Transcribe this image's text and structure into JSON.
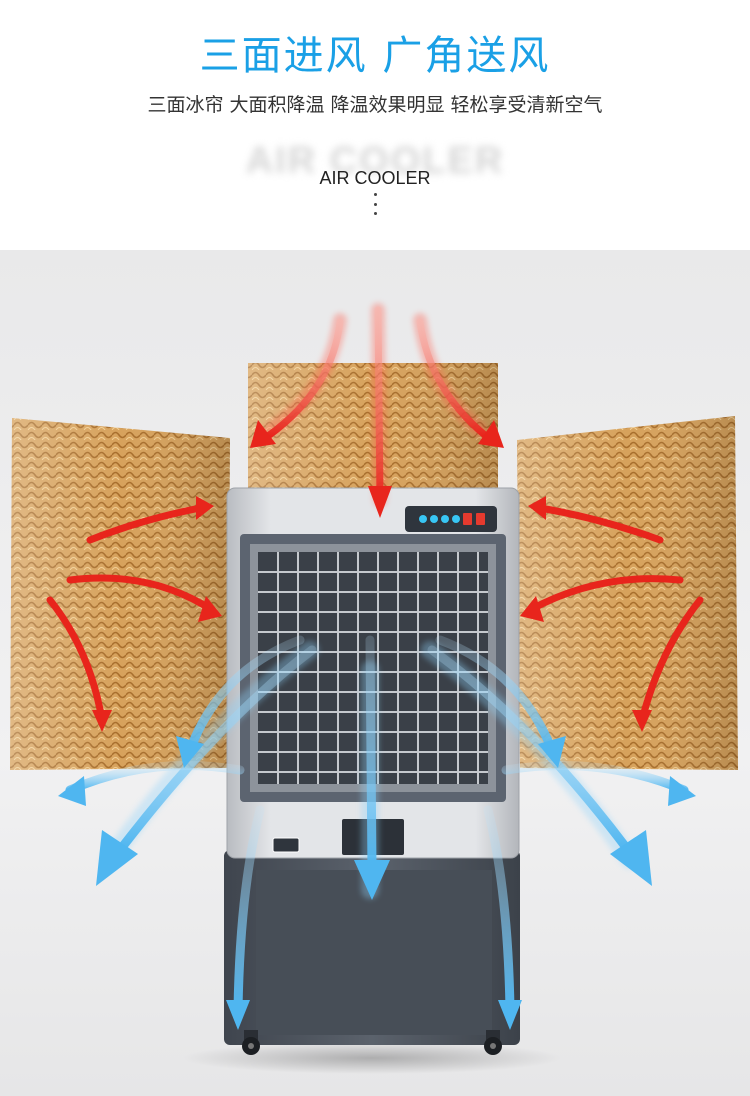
{
  "header": {
    "title": "三面进风 广角送风",
    "subtitle": "三面冰帘 大面积降温 降温效果明显 轻松享受清新空气",
    "brand_text": "AIR COOLER",
    "ghost_text": "AIR COOLER"
  },
  "colors": {
    "title": "#1aa0e6",
    "warm_arrow": "#e8251c",
    "cool_arrow": "#4fb6f0",
    "pad": "#d9a560",
    "body_silver": "#c9ccd0",
    "body_dark": "#565d67"
  },
  "product": {
    "control_panel": {
      "blue_buttons": 4,
      "rocker_switches": 2
    }
  }
}
